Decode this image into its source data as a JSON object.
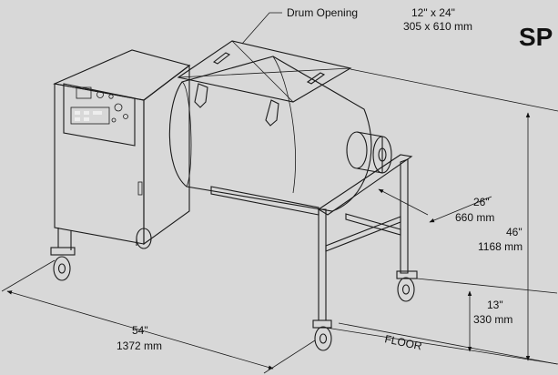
{
  "diagram": {
    "heading_fragment": "SP",
    "labels": {
      "drum_opening": "Drum Opening",
      "drum_opening_in": "12\" x 24\"",
      "drum_opening_mm": "305 x 610 mm",
      "depth_in": "26\"",
      "depth_mm": "660 mm",
      "height_in": "46\"",
      "height_mm": "1168 mm",
      "clearance_in": "13\"",
      "clearance_mm": "330 mm",
      "length_in": "54\"",
      "length_mm": "1372 mm",
      "floor": "FLOOR"
    }
  }
}
